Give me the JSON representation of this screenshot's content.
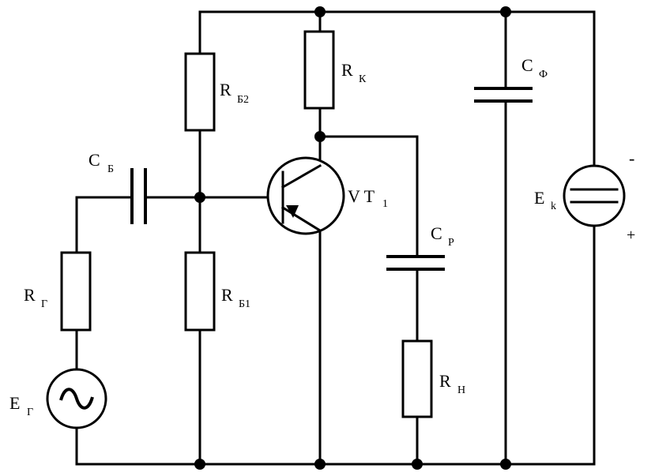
{
  "components": {
    "rb2": {
      "main": "R",
      "sub": "Б2"
    },
    "rk": {
      "main": "R",
      "sub": "К"
    },
    "cf": {
      "main": "C",
      "sub": "Ф"
    },
    "cb": {
      "main": "C",
      "sub": "Б"
    },
    "vt1": {
      "main": "V T",
      "sub": "1"
    },
    "cp": {
      "main": "C",
      "sub": "Р"
    },
    "ek": {
      "main": "E",
      "sub": "k"
    },
    "rg": {
      "main": "R",
      "sub": "Г"
    },
    "rb1": {
      "main": "R",
      "sub": "Б1"
    },
    "rn": {
      "main": "R",
      "sub": "Н"
    },
    "eg": {
      "main": "E",
      "sub": "Г"
    }
  },
  "polarity": {
    "minus": "-",
    "plus": "+"
  },
  "icons": {
    "generator": "ac-source-icon",
    "supply": "dc-source-icon",
    "transistor": "pnp-transistor-icon"
  }
}
